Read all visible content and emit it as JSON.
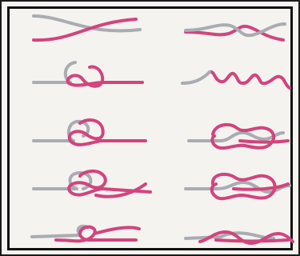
{
  "image": {
    "subject": "knot-tying-steps",
    "columns": 2,
    "rows": 5,
    "colors": {
      "rope_pink": "#d2447d",
      "rope_grey": "#a9acb2",
      "background": "#f4f3ef",
      "border": "#111111"
    }
  }
}
